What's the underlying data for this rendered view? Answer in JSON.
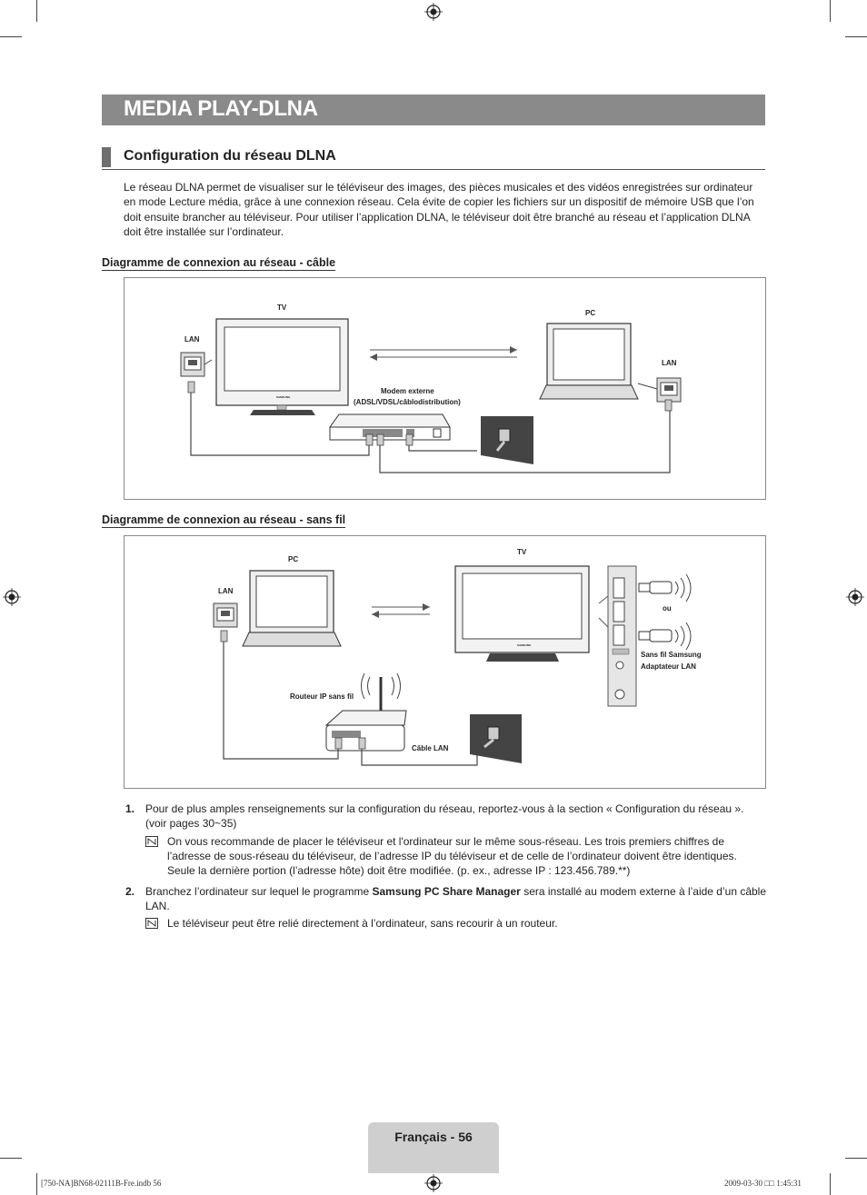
{
  "page_title": "MEDIA PLAY-DLNA",
  "section_title": "Configuration du réseau DLNA",
  "intro": "Le réseau DLNA permet de visualiser sur le téléviseur des images, des pièces musicales et des vidéos enregistrées sur ordinateur en mode Lecture média, grâce à une connexion réseau. Cela évite de copier les fichiers sur un dispositif de mémoire USB que l’on doit ensuite brancher au téléviseur. Pour utiliser l’application DLNA, le téléviseur doit être branché au réseau et l’application DLNA doit être installée sur l’ordinateur.",
  "diagram_wired": {
    "heading": "Diagramme de connexion au réseau - câble",
    "tv_label": "TV",
    "pc_label": "PC",
    "lan_tv": "LAN",
    "lan_pc": "LAN",
    "modem_line1": "Modem externe",
    "modem_line2": "(ADSL/VDSL/câblodistribution)",
    "brand": "SAMSUNG"
  },
  "diagram_wireless": {
    "heading": "Diagramme de connexion au réseau - sans fil",
    "pc_label": "PC",
    "tv_label": "TV",
    "lan_pc": "LAN",
    "router": "Routeur IP sans fil",
    "cable": "Câble LAN",
    "or": "ou",
    "adapter_line1": "Sans fil Samsung",
    "adapter_line2": "Adaptateur LAN",
    "brand": "SAMSUNG"
  },
  "steps": [
    {
      "number": "1.",
      "text": "Pour de plus amples renseignements sur la configuration du réseau, reportez-vous à la section « Configuration du réseau ». (voir pages 30~35)",
      "note": "On vous recommande de placer le téléviseur et l'ordinateur sur le même sous-réseau. Les trois premiers chiffres de l’adresse de sous-réseau du téléviseur, de l’adresse IP du téléviseur et de celle de l’ordinateur doivent être identiques. Seule la dernière portion (l’adresse hôte) doit être modifiée. (p. ex., adresse IP : 123.456.789.**)"
    },
    {
      "number": "2.",
      "text_before": "Branchez l’ordinateur sur lequel le programme ",
      "text_bold": "Samsung PC Share Manager",
      "text_after": " sera installé au modem externe à l’aide d’un câble LAN.",
      "note": "Le téléviseur peut être relié directement à l’ordinateur, sans recourir à un routeur."
    }
  ],
  "footer": "Français - 56",
  "slug_left": "[750-NA]BN68-02111B-Fre.indb   56",
  "slug_right": "2009-03-30   □□ 1:45:31"
}
